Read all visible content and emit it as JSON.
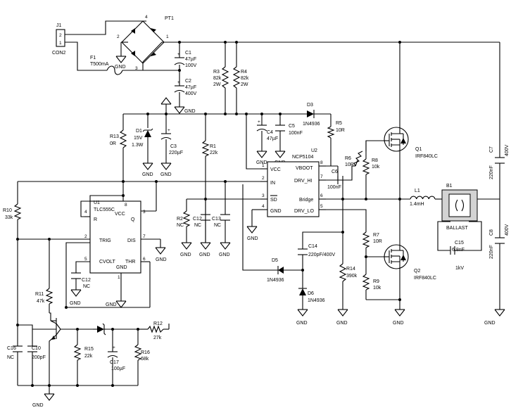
{
  "labels": {
    "j1": "J1",
    "j1_p2": "2",
    "j1_p1": "1",
    "con2": "CON2",
    "f1": "F1",
    "f1_val": "T500mA",
    "pt1": "PT1",
    "pt1_p4": "4",
    "pt1_p2": "2",
    "pt1_p1": "1",
    "pt1_p3": "3",
    "c1": "C1",
    "c1_v1": "47µF",
    "c1_v2": "100V",
    "c2": "C2",
    "c2_v1": "47µF",
    "c2_v2": "400V",
    "r3": "R3",
    "r3_v1": "82k",
    "r3_v2": "2W",
    "r4": "R4",
    "r4_v1": "82k",
    "r4_v2": "2W",
    "d3": "D3",
    "d3_v": "1N4936",
    "r5": "R5",
    "r5_v": "10R",
    "c4": "C4",
    "c4_v": "47µF",
    "c5": "C5",
    "c5_v": "100nF",
    "u2": "U2",
    "u2_v": "NCP5104",
    "u2_vcc": "VCC",
    "u2_vboot": "VBOOT",
    "u2_in": "IN",
    "u2_drvhi": "DRV_HI",
    "u2_sd": "SD",
    "u2_bridge": "Bridge",
    "u2_gnd": "GND",
    "u2_drvlo": "DRV_LO",
    "u2_p1": "1",
    "u2_p2": "2",
    "u2_p3": "3",
    "u2_p4": "4",
    "u2_p5": "5",
    "u2_p6": "6",
    "u2_p7": "7",
    "u2_p8": "8",
    "c6": "C6",
    "c6_v": "100nF",
    "r6": "R6",
    "r6_v": "10R",
    "r8": "R8",
    "r8_v": "10k",
    "q1": "Q1",
    "q1_v": "IRF840LC",
    "c7": "C7",
    "c7_v1": "220nF",
    "c7_v2": "400V",
    "l1": "L1",
    "l1_v": "1.4mH",
    "b1": "B1",
    "ballast": "BALLAST",
    "c15": "C15",
    "c15_v1": "6.8nF",
    "c15_v2": "1kV",
    "c8": "C8",
    "c8_v1": "220nF",
    "c8_v2": "400V",
    "r7": "R7",
    "r7_v": "10R",
    "r9": "R9",
    "r9_v": "10k",
    "q2": "Q2",
    "q2_v": "IRF840LC",
    "c14": "C14",
    "c14_v": "220pF/400V",
    "d5": "D5",
    "d5_v": "1N4936",
    "d6": "D6",
    "d6_v": "1N4936",
    "r14": "R14",
    "r14_v": "390k",
    "r13": "R13",
    "r13_v": "0R",
    "d1": "D1",
    "d1_v1": "15V",
    "d1_v2": "1.3W",
    "c3": "C3",
    "c3_v": "220µF",
    "r1": "R1",
    "r1_v": "22k",
    "r2": "R2",
    "r2_v": "NC",
    "c12a": "C12",
    "c12a_v": "NC",
    "c13": "C13",
    "c13_v": "NC",
    "u1": "U1",
    "u1_v": "TLC555C",
    "u1_r": "R",
    "u1_vcc": "VCC",
    "u1_q": "Q",
    "u1_trig": "TRIG",
    "u1_dis": "DIS",
    "u1_cvolt": "CVOLT",
    "u1_thr": "THR",
    "u1_gnd": "GND",
    "u1_p1": "1",
    "u1_p2": "2",
    "u1_p3": "3",
    "u1_p4": "4",
    "u1_p5": "5",
    "u1_p6": "6",
    "u1_p7": "7",
    "u1_p8": "8",
    "c12b": "C12",
    "c12b_v": "NC",
    "r10": "R10",
    "r10_v": "33k",
    "r11": "R11",
    "r11_v": "47k",
    "r12": "R12",
    "r12_v": "27k",
    "c16": "C16",
    "c16_v": "NC",
    "c10": "C10",
    "c10_v": "200pF",
    "r15": "R15",
    "r15_v": "22k",
    "c17": "C17",
    "c17_v": "100µF",
    "r16": "R16",
    "r16_v": "68k",
    "gnd": "GND",
    "plus": "+"
  }
}
